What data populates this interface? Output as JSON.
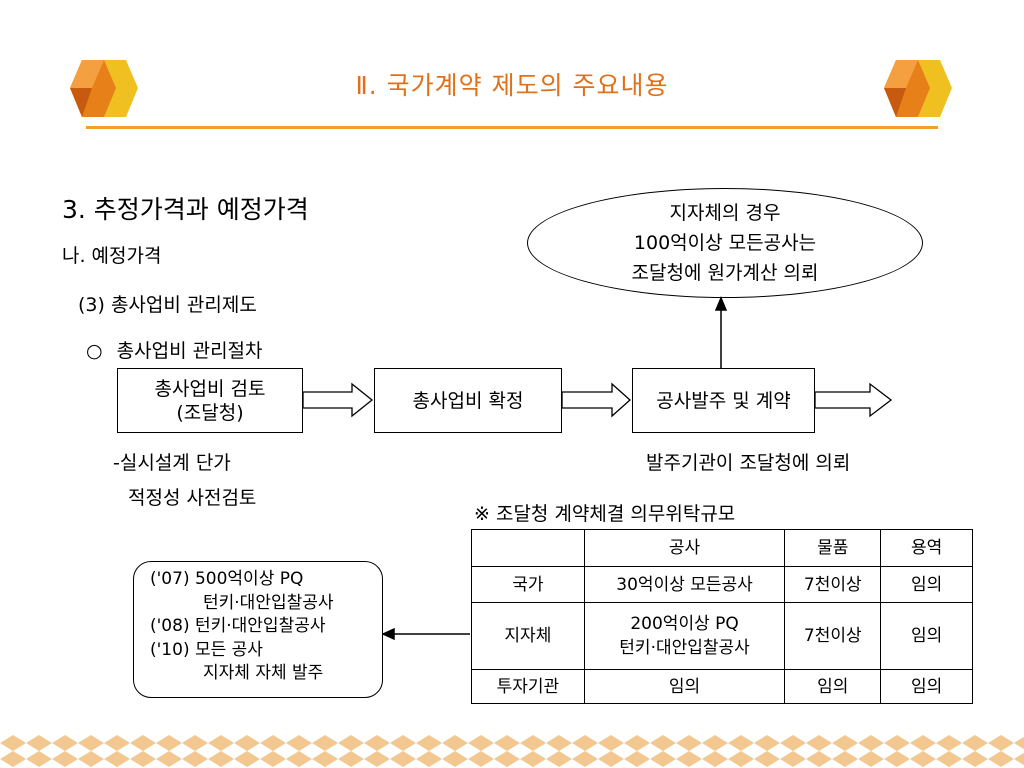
{
  "header": {
    "title": "Ⅱ. 국가계약 제도의 주요내용"
  },
  "section": {
    "heading": "3. 추정가격과 예정가격",
    "subheading": "나. 예정가격",
    "item": "(3) 총사업비 관리제도",
    "bullet_symbol": "○",
    "bullet": "총사업비 관리절차"
  },
  "flow": {
    "box1_line1": "총사업비 검토",
    "box1_line2": "(조달청)",
    "box2": "총사업비 확정",
    "box3": "공사발주 및 계약",
    "ellipse_line1": "지자체의 경우",
    "ellipse_line2": "100억이상 모든공사는",
    "ellipse_line3": "조달청에 원가계산 의뢰",
    "note_left_line1": "-실시설계 단가",
    "note_left_line2": "적정성 사전검토",
    "note_right": "발주기관이 조달청에 의뢰"
  },
  "table": {
    "caption": "※ 조달청 계약체결 의무위탁규모",
    "headers": [
      "",
      "공사",
      "물품",
      "용역"
    ],
    "rows": [
      {
        "label": "국가",
        "construction": "30억이상 모든공사",
        "goods": "7천이상",
        "service": "임의"
      },
      {
        "label": "지자체",
        "construction_line1": "200억이상 PQ",
        "construction_line2": "턴키·대안입찰공사",
        "goods": "7천이상",
        "service": "임의"
      },
      {
        "label": "투자기관",
        "construction": "임의",
        "goods": "임의",
        "service": "임의"
      }
    ]
  },
  "history_box": {
    "line1": "('07) 500억이상 PQ",
    "line2": "턴키·대안입찰공사",
    "line3": "('08) 턴키·대안입찰공사",
    "line4": "('10) 모든 공사",
    "line5": "지자체 자체 발주"
  },
  "colors": {
    "title": "#e0701a",
    "rule": "#f0a030",
    "logo_orange": "#e8801a",
    "logo_yellow": "#f0c020",
    "footer_diamond": "#f2c890"
  }
}
